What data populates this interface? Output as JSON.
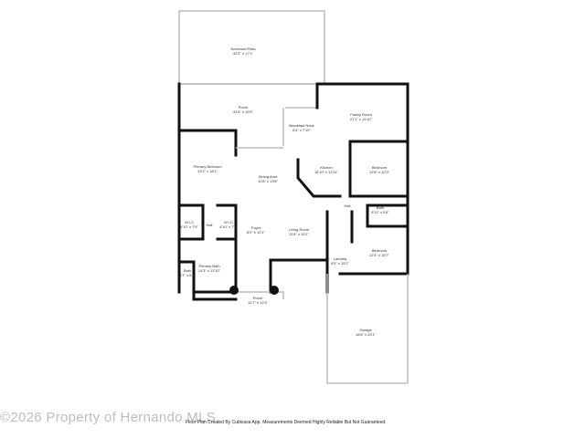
{
  "rooms": [
    {
      "name": "Screened Patio",
      "dims": "33'3\" x 17'1\""
    },
    {
      "name": "Porch",
      "dims": "33'4\" x 15'5\""
    },
    {
      "name": "Breakfast Nook",
      "dims": "8'4\" x 7'10\""
    },
    {
      "name": "Family Room",
      "dims": "21'1\" x 13'10\""
    },
    {
      "name": "Primary Bedroom",
      "dims": "13'2\" x 18'1\""
    },
    {
      "name": "Dining Area",
      "dims": "10'8\" x 13'8\""
    },
    {
      "name": "Kitchen",
      "dims": "15'10\" x 12'11\""
    },
    {
      "name": "Bedroom",
      "dims": "12'6\" x 12'3\""
    },
    {
      "name": "Hall",
      "dims": ""
    },
    {
      "name": "Bath",
      "dims": "8'11\" x 5'6\""
    },
    {
      "name": "W.I.C",
      "dims": "4'10\" x 7'9\""
    },
    {
      "name": "Hall",
      "dims": ""
    },
    {
      "name": "W.I.C",
      "dims": "4'10\" x 7'9\""
    },
    {
      "name": "Foyer",
      "dims": "8'0\" x 10'1\""
    },
    {
      "name": "Living Room",
      "dims": "13'4\" x 15'1\""
    },
    {
      "name": "Bedroom",
      "dims": "12'4\" x 15'7\""
    },
    {
      "name": "Laundry",
      "dims": "8'0\" x 15'1\""
    },
    {
      "name": "Primary Bath",
      "dims": "14'3\" x 13'10\""
    },
    {
      "name": "Bath",
      "dims": "5'7\" x 6'6\""
    },
    {
      "name": "Porch",
      "dims": "12'7\" x 12'3\""
    },
    {
      "name": "Garage",
      "dims": "16'6\" x 25'1\""
    }
  ],
  "watermark": "©2026 Property of Hernando MLS",
  "credit": "Floor Plan Created By Cubicasa App. Measurements Deemed Highly Reliable But Not Guaranteed."
}
